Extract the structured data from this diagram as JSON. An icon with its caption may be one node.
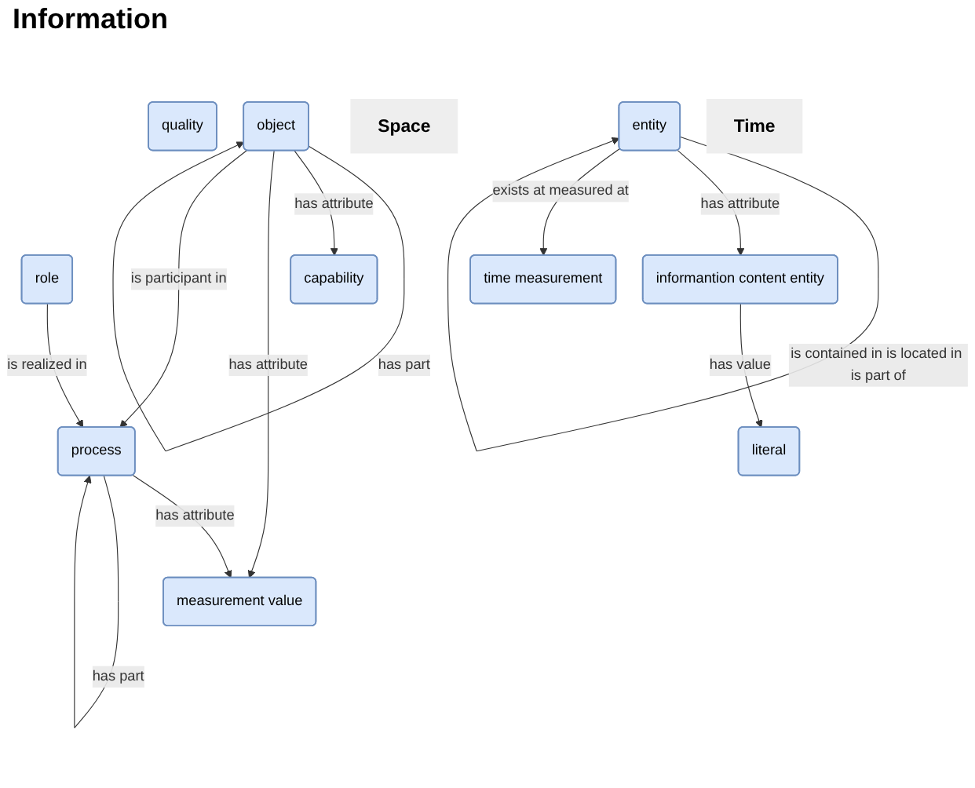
{
  "diagram": {
    "nodes": [
      {
        "text": [
          "object"
        ]
      },
      {
        "text": [
          "quality"
        ]
      },
      {
        "text": [
          "measurement value"
        ]
      },
      {
        "text": [
          "capability"
        ]
      },
      {
        "text": [
          "role"
        ]
      },
      {
        "text": [
          "process"
        ]
      },
      {
        "text": [
          "Space"
        ]
      },
      {
        "text": [
          "entity"
        ]
      },
      {
        "text": [
          "informantion content entity"
        ]
      },
      {
        "text": [
          "Time"
        ]
      },
      {
        "text": [
          "time measurement"
        ]
      },
      {
        "text": [
          "literal"
        ]
      }
    ],
    "edges": [
      {
        "from": 0,
        "to": 0,
        "arrow": "to",
        "label": "has part"
      },
      {
        "from": 0,
        "to": 3,
        "arrow": "to",
        "label": "has attribute"
      },
      {
        "from": 0,
        "to": 2,
        "arrow": "to",
        "label": "has attribute"
      },
      {
        "from": 0,
        "to": 5,
        "arrow": "to",
        "label": "is participant in"
      },
      {
        "from": 5,
        "to": 2,
        "arrow": "to",
        "label": "has attribute"
      },
      {
        "from": 4,
        "to": 5,
        "arrow": "to",
        "label": "is realized in"
      },
      {
        "from": 5,
        "to": 5,
        "arrow": "to",
        "label": "has part"
      },
      {
        "from": 7,
        "to": 7,
        "arrow": "to",
        "label": "is contained in is located in is part of"
      },
      {
        "from": 7,
        "to": 8,
        "arrow": "to",
        "label": "has attribute"
      },
      {
        "from": 7,
        "to": 10,
        "arrow": "to",
        "label": "exists at measured at"
      },
      {
        "from": 8,
        "to": 11,
        "arrow": "to",
        "label": "has value"
      }
    ],
    "labels": [
      "Information"
    ]
  }
}
